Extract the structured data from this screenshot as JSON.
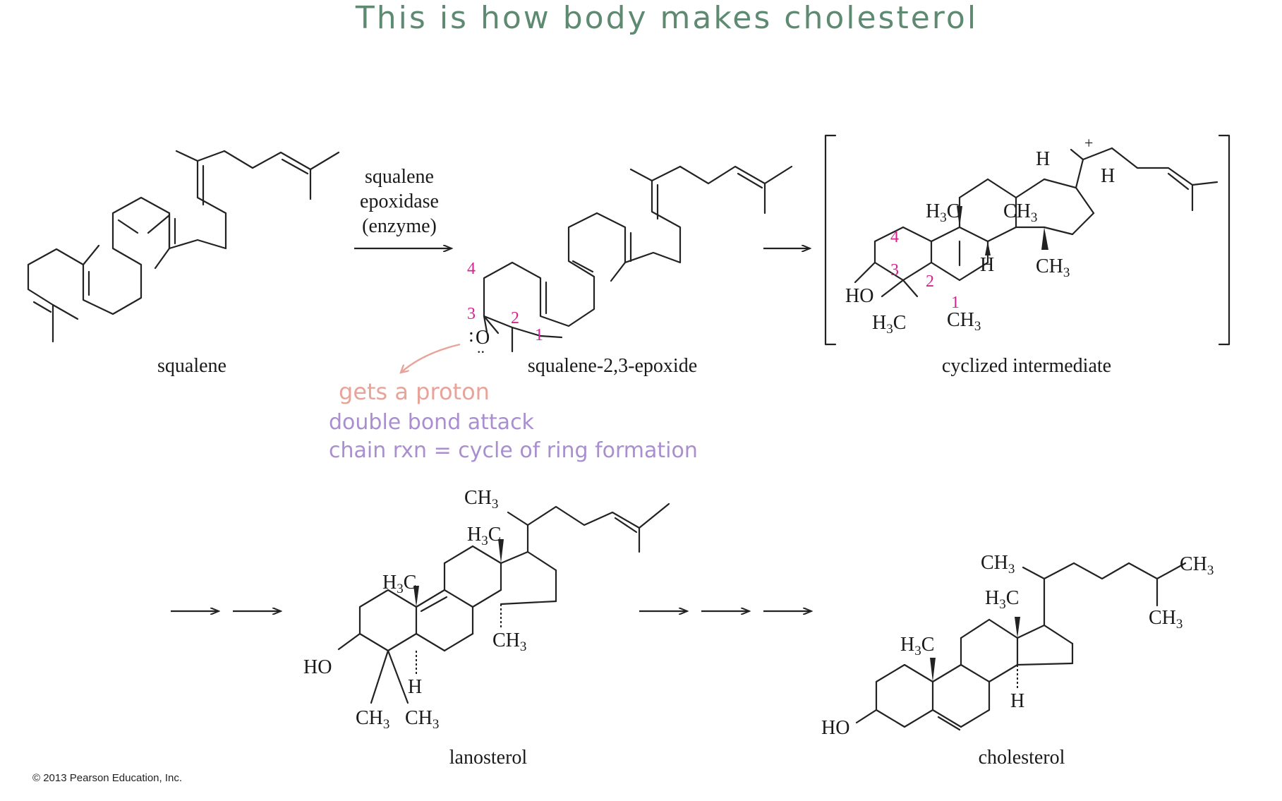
{
  "title": "This is how body makes cholesterol",
  "colors": {
    "title": "#5f8a72",
    "note_proton": "#e8a39a",
    "note_purple": "#a98fcf",
    "locant": "#d6238f",
    "ink": "#1a1a1a"
  },
  "enzyme": {
    "line1": "squalene",
    "line2": "epoxidase",
    "line3": "(enzyme)"
  },
  "molecules": {
    "squalene": "squalene",
    "epoxide": "squalene-2,3-epoxide",
    "intermediate": "cyclized intermediate",
    "lanosterol": "lanosterol",
    "cholesterol": "cholesterol"
  },
  "notes": {
    "proton": "gets a proton",
    "double_bond": "double bond attack",
    "chain": "chain rxn = cycle of ring formation"
  },
  "atoms": {
    "oxygen": "O",
    "hydroxyl": "HO",
    "methyl_ch": "CH",
    "methyl_hc": "H",
    "carbon": "C",
    "hydrogen": "H",
    "three": "3",
    "plus": "+"
  },
  "locants": {
    "one": "1",
    "two": "2",
    "three": "3",
    "four": "4"
  },
  "copyright": "© 2013 Pearson Education, Inc."
}
